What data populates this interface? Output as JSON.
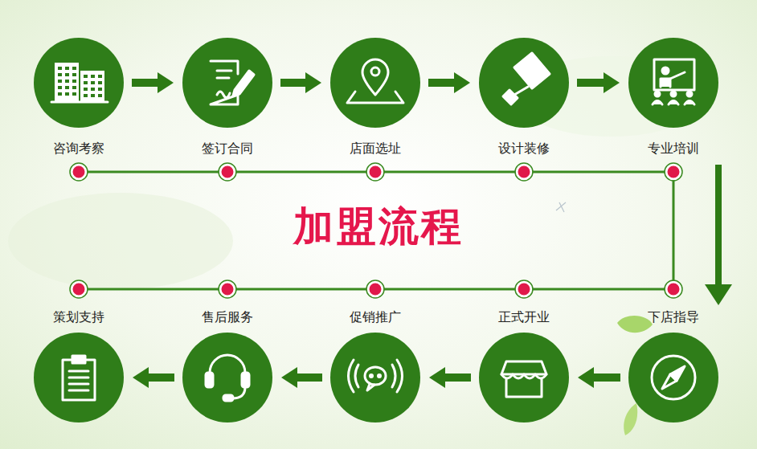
{
  "diagram": {
    "title": "加盟流程",
    "nodes": [
      {
        "text": [
          "咨询考察"
        ]
      },
      {
        "text": [
          "签订合同"
        ]
      },
      {
        "text": [
          "店面选址"
        ]
      },
      {
        "text": [
          "设计装修"
        ]
      },
      {
        "text": [
          "专业培训"
        ]
      },
      {
        "text": [
          "下店指导"
        ]
      },
      {
        "text": [
          "正式开业"
        ]
      },
      {
        "text": [
          "促销推广"
        ]
      },
      {
        "text": [
          "售后服务"
        ]
      },
      {
        "text": [
          "策划支持"
        ]
      }
    ],
    "edges": [
      {
        "from": 0,
        "to": 1,
        "arrow": "to"
      },
      {
        "from": 1,
        "to": 2,
        "arrow": "to"
      },
      {
        "from": 2,
        "to": 3,
        "arrow": "to"
      },
      {
        "from": 3,
        "to": 4,
        "arrow": "to"
      },
      {
        "from": 4,
        "to": 5,
        "arrow": "to"
      },
      {
        "from": 5,
        "to": 6,
        "arrow": "to"
      },
      {
        "from": 6,
        "to": 7,
        "arrow": "to"
      },
      {
        "from": 7,
        "to": 8,
        "arrow": "to"
      },
      {
        "from": 8,
        "to": 9,
        "arrow": "to"
      }
    ]
  }
}
